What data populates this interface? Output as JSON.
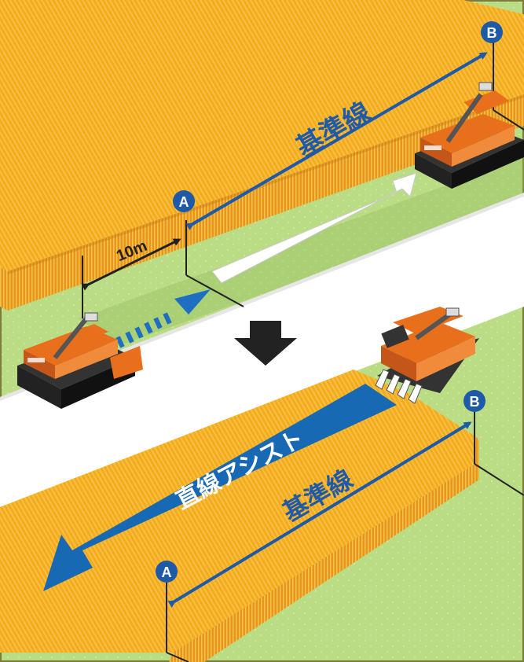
{
  "labels": {
    "reference_line": "基準線",
    "distance": "10m",
    "straight_assist": "直線アシスト",
    "point_a": "A",
    "point_b": "B"
  },
  "colors": {
    "grass": "#b9dc84",
    "crop": "#f3a815",
    "road": "#ffffff",
    "line_blue": "#1e5aa8",
    "assist_blue": "#1769b3",
    "machine": "#e8701c",
    "border": "#7b7b3a"
  }
}
